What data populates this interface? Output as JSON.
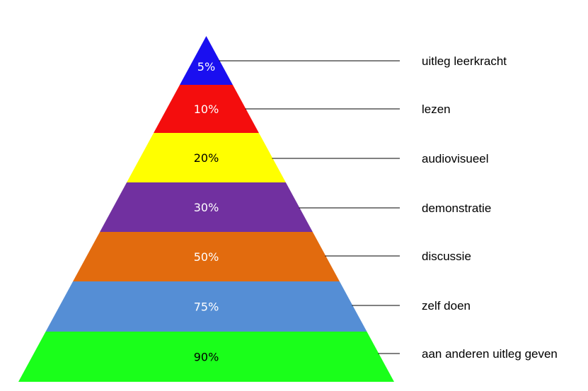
{
  "pyramid": {
    "levels": [
      {
        "percent": "5%",
        "label": "uitleg leerkracht",
        "color": "#1a0ff0",
        "text_color": "#ffffff"
      },
      {
        "percent": "10%",
        "label": "lezen",
        "color": "#f40d0d",
        "text_color": "#ffffff"
      },
      {
        "percent": "20%",
        "label": "audiovisueel",
        "color": "#ffff00",
        "text_color": "#000000"
      },
      {
        "percent": "30%",
        "label": "demonstratie",
        "color": "#7130a0",
        "text_color": "#ffffff"
      },
      {
        "percent": "50%",
        "label": "discussie",
        "color": "#e26b0e",
        "text_color": "#ffffff"
      },
      {
        "percent": "75%",
        "label": "zelf doen",
        "color": "#558ed5",
        "text_color": "#ffffff"
      },
      {
        "percent": "90%",
        "label": "aan anderen uitleg geven",
        "color": "#1aff1a",
        "text_color": "#000000"
      }
    ]
  }
}
